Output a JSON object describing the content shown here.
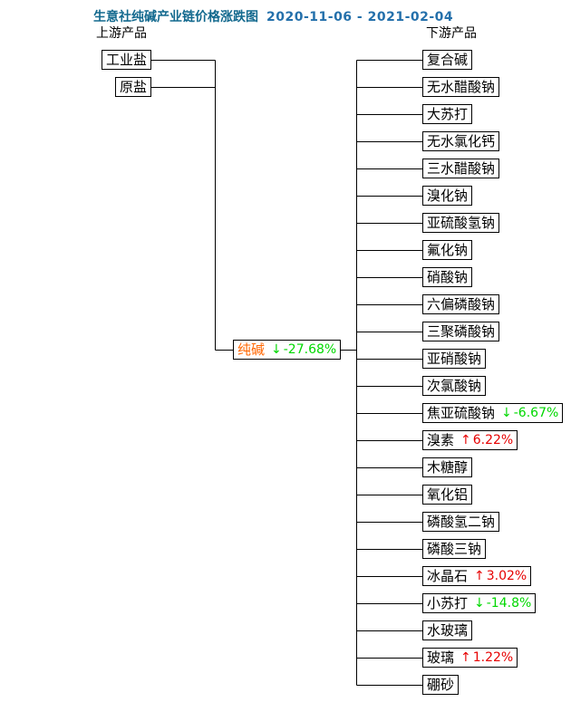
{
  "page": {
    "background": "#ffffff"
  },
  "title": {
    "text": "生意社纯碱产业链价格涨跌图",
    "date_range": "2020-11-06 - 2021-02-04"
  },
  "headers": {
    "upstream": "上游产品",
    "downstream": "下游产品"
  },
  "colors": {
    "title": "#13698e",
    "date": "#2470ab",
    "line": "#000000",
    "box_border": "#000000",
    "box_bg": "#ffffff",
    "label": "#000000",
    "center_label": "#ff6600",
    "up": "#e60000",
    "down": "#00d800"
  },
  "glyphs": {
    "up_arrow": "↑",
    "down_arrow": "↓"
  },
  "center_node": {
    "label": "纯碱",
    "change": {
      "direction": "down",
      "value": "-27.68%"
    }
  },
  "upstream_nodes": [
    {
      "label": "工业盐"
    },
    {
      "label": "原盐"
    }
  ],
  "downstream_nodes": [
    {
      "label": "复合碱"
    },
    {
      "label": "无水醋酸钠"
    },
    {
      "label": "大苏打"
    },
    {
      "label": "无水氯化钙"
    },
    {
      "label": "三水醋酸钠"
    },
    {
      "label": "溴化钠"
    },
    {
      "label": "亚硫酸氢钠"
    },
    {
      "label": "氟化钠"
    },
    {
      "label": "硝酸钠"
    },
    {
      "label": "六偏磷酸钠"
    },
    {
      "label": "三聚磷酸钠"
    },
    {
      "label": "亚硝酸钠"
    },
    {
      "label": "次氯酸钠"
    },
    {
      "label": "焦亚硫酸钠",
      "change": {
        "direction": "down",
        "value": "-6.67%"
      }
    },
    {
      "label": "溴素",
      "change": {
        "direction": "up",
        "value": "6.22%"
      }
    },
    {
      "label": "木糖醇"
    },
    {
      "label": "氧化铝"
    },
    {
      "label": "磷酸氢二钠"
    },
    {
      "label": "磷酸三钠"
    },
    {
      "label": "冰晶石",
      "change": {
        "direction": "up",
        "value": "3.02%"
      }
    },
    {
      "label": "小苏打",
      "change": {
        "direction": "down",
        "value": "-14.8%"
      }
    },
    {
      "label": "水玻璃"
    },
    {
      "label": "玻璃",
      "change": {
        "direction": "up",
        "value": "1.22%"
      }
    },
    {
      "label": "硼砂"
    }
  ]
}
